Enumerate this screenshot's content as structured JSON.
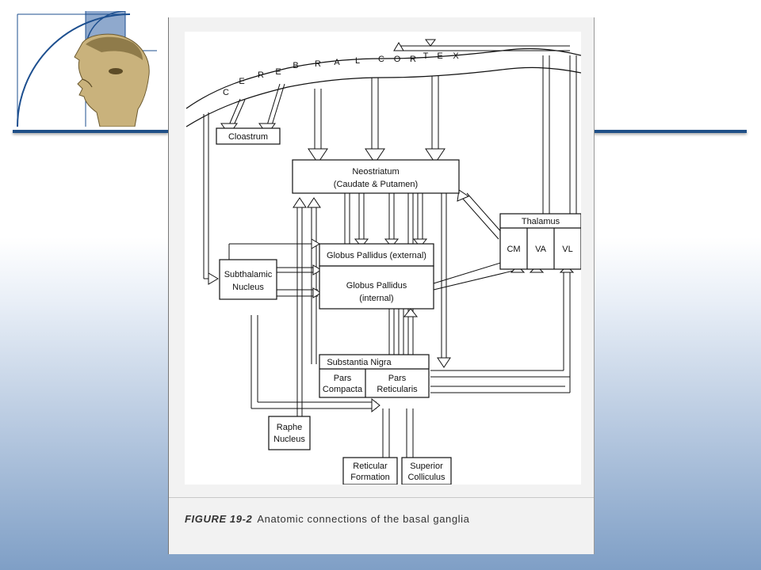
{
  "diagram": {
    "cortex_letters": [
      "C",
      "E",
      "R",
      "E",
      "B",
      "R",
      "A",
      "L",
      "C",
      "O",
      "R",
      "T",
      "E",
      "X"
    ],
    "claustrum": "Cloastrum",
    "neostriatum": {
      "line1": "Neostriatum",
      "line2": "(Caudate & Putamen)"
    },
    "thalamus": {
      "title": "Thalamus",
      "cm": "CM",
      "va": "VA",
      "vl": "VL"
    },
    "subthalamic": {
      "line1": "Subthalamic",
      "line2": "Nucleus"
    },
    "gp_external": "Globus Pallidus (external)",
    "gp_internal": {
      "line1": "Globus Pallidus",
      "line2": "(internal)"
    },
    "substantia_nigra": {
      "title": "Substantia Nigra",
      "compacta": {
        "line1": "Pars",
        "line2": "Compacta"
      },
      "reticularis": {
        "line1": "Pars",
        "line2": "Reticularis"
      }
    },
    "raphe": {
      "line1": "Raphe",
      "line2": "Nucleus"
    },
    "reticular_formation": {
      "line1": "Reticular",
      "line2": "Formation"
    },
    "superior_colliculus": {
      "line1": "Superior",
      "line2": "Colliculus"
    }
  },
  "caption": {
    "label": "FIGURE 19-2",
    "text": "Anatomic connections of the basal ganglia"
  }
}
